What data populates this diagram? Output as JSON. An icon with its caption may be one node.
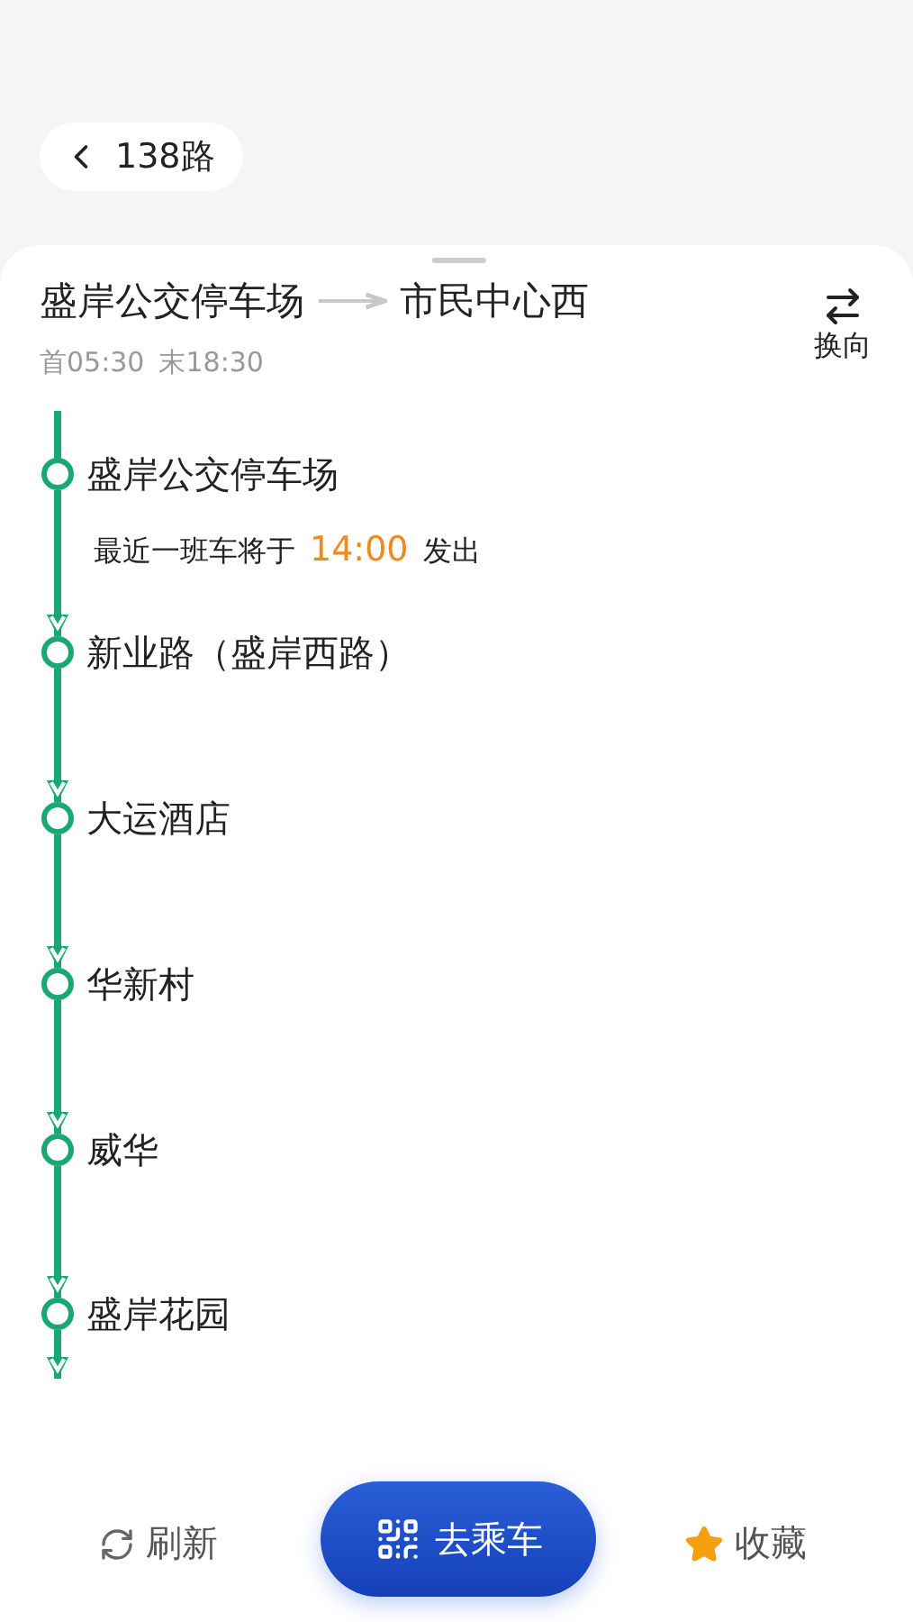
{
  "diagram": {
    "nodes": [
      {
        "text": [
          "盛岸公交停车场"
        ]
      },
      {
        "text": [
          "市民中心西"
        ]
      },
      {
        "text": [
          "盛岸公交停车场"
        ],
        "beside": [
          "最近一班车将于",
          "14:00",
          "发出"
        ]
      },
      {
        "text": [
          "新业路（盛岸西路）"
        ]
      },
      {
        "text": [
          "大运酒店"
        ]
      },
      {
        "text": [
          "华新村"
        ]
      },
      {
        "text": [
          "威华"
        ]
      },
      {
        "text": [
          "盛岸花园"
        ]
      }
    ],
    "edges": [
      {
        "from": 0,
        "to": 1,
        "arrow": "to",
        "color": "#c8c8c8"
      },
      {
        "from": 2,
        "to": 3,
        "arrow": "to"
      },
      {
        "from": 3,
        "to": 4,
        "arrow": "to"
      },
      {
        "from": 4,
        "to": 5,
        "arrow": "to"
      },
      {
        "from": 5,
        "to": 6,
        "arrow": "to"
      },
      {
        "from": 6,
        "to": 7,
        "arrow": "to"
      },
      {
        "from": 7,
        "to": null,
        "arrow": "to"
      }
    ],
    "labels": [
      "138路",
      "首05:30",
      "末18:30",
      "换向",
      "刷新",
      "去乘车",
      "收藏"
    ]
  }
}
